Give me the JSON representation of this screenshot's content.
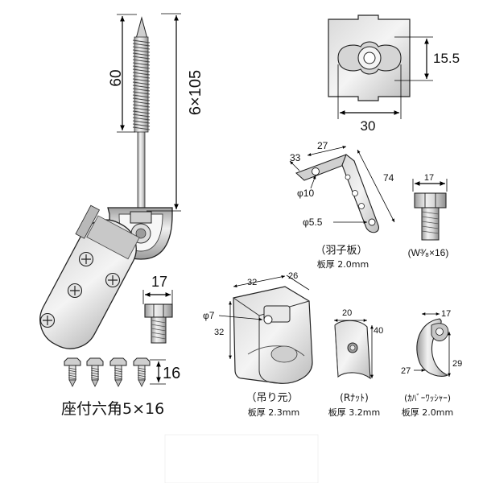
{
  "dimensions": {
    "screw_thread_length": "60",
    "screw_spec": "6×105",
    "bolt_hex": "17",
    "bolt_small_len": "16",
    "seat_bolt_label": "座付六角5×16",
    "plate_height": "15.5",
    "plate_width": "30",
    "bracket_33": "33",
    "bracket_27": "27",
    "bracket_74": "74",
    "bracket_hole_big": "φ10",
    "bracket_hole_small": "φ5.5",
    "w_bolt_hex": "17",
    "hanger_32_top": "32",
    "hanger_26": "26",
    "hanger_phi7": "φ7",
    "hanger_32_side": "32",
    "nut_20": "20",
    "nut_40": "40",
    "washer_17": "17",
    "washer_27": "27",
    "washer_29": "29"
  },
  "labels": {
    "bracket_name": "（羽子板）",
    "bracket_thickness": "板厚 2.0mm",
    "w_bolt_name": "(W³⁄₈×16)",
    "hanger_name": "（吊り元）",
    "hanger_thickness": "板厚 2.3mm",
    "nut_name": "(Rﾅｯﾄ)",
    "nut_thickness": "板厚 3.2mm",
    "washer_name": "(ｶﾊﾞｰﾜｯｼｬｰ)",
    "washer_thickness": "板厚 2.0mm"
  },
  "colors": {
    "metal_light": "#e6e6e6",
    "metal_mid": "#bdbdbd",
    "metal_dark": "#8a8a8a",
    "line": "#000000"
  }
}
